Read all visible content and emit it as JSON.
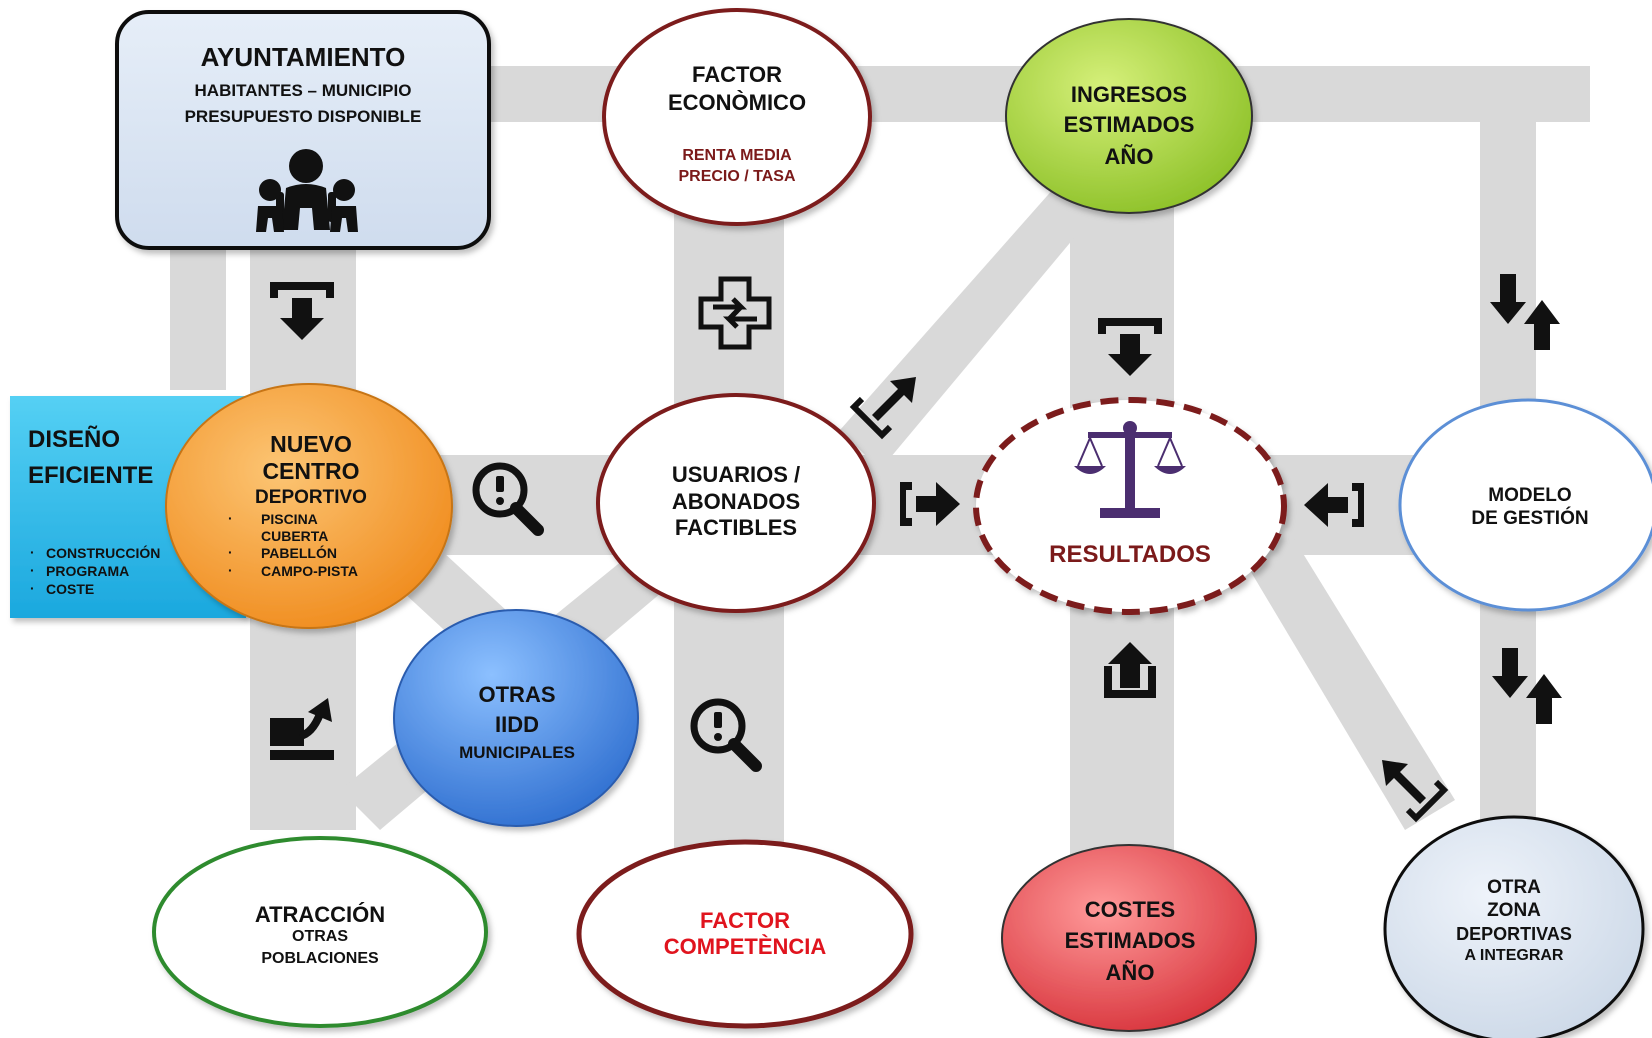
{
  "nodes": {
    "ayuntamiento": {
      "title": "AYUNTAMIENTO",
      "line1": "HABITANTES – MUNICIPIO",
      "line2": "PRESUPUESTO DISPONIBLE",
      "icon": "family-icon"
    },
    "factor_economico": {
      "title1": "FACTOR",
      "title2": "ECONÒMICO",
      "sub1": "RENTA MEDIA",
      "sub2": "PRECIO / TASA"
    },
    "ingresos": {
      "line1": "INGRESOS",
      "line2": "ESTIMADOS",
      "line3": "AÑO"
    },
    "diseno": {
      "title1": "DISEÑO",
      "title2": "EFICIENTE",
      "items": [
        "CONSTRUCCIÓN",
        "PROGRAMA",
        "COSTE"
      ]
    },
    "nuevo_centro": {
      "title1": "NUEVO",
      "title2": "CENTRO",
      "title3": "DEPORTIVO",
      "items": [
        "PISCINA",
        "CUBERTA",
        "PABELLÓN",
        "CAMPO-PISTA"
      ]
    },
    "usuarios": {
      "line1": "USUARIOS /",
      "line2": "ABONADOS",
      "line3": "FACTIBLES"
    },
    "resultados": {
      "label": "RESULTADOS",
      "icon": "scales-icon"
    },
    "modelo": {
      "line1": "MODELO",
      "line2": "DE GESTIÓN"
    },
    "otras_iidd": {
      "line1": "OTRAS",
      "line2": "IIDD",
      "line3": "MUNICIPALES"
    },
    "atraccion": {
      "line1": "ATRACCIÓN",
      "line2": "OTRAS",
      "line3": "POBLACIONES"
    },
    "factor_competencia": {
      "line1": "FACTOR",
      "line2": "COMPETÈNCIA"
    },
    "costes": {
      "line1": "COSTES",
      "line2": "ESTIMADOS",
      "line3": "AÑO"
    },
    "otra_zona": {
      "line1": "OTRA",
      "line2": "ZONA",
      "line3": "DEPORTIVAS",
      "line4": "A INTEGRAR"
    }
  },
  "icons": [
    "arrow-into-tray-down-icon",
    "plus-arrows-icon",
    "arrow-out-up-right-icon",
    "search-alert-icon",
    "arrow-enter-right-icon",
    "arrow-enter-left-icon",
    "arrow-down-up-icon",
    "arrow-out-tray-up-icon",
    "share-export-icon",
    "arrow-out-up-left-icon"
  ],
  "colors": {
    "road": "#d9d9d9",
    "dark_red": "#7b1a1a",
    "bright_red": "#e0141e",
    "ayuntamiento_fill": "#dbe7f4",
    "ingresos_fill": "#a8d53e",
    "diseno_fill": "#35c4ee",
    "nuevo_fill": "#f6a53c",
    "otras_fill": "#4f8fe2",
    "costes_fill": "#e4535a",
    "otra_zona_fill": "#d8e3f0",
    "green_border": "#2e8b2e",
    "blue_border": "#5b8fd6",
    "icon_purple": "#4b2e70"
  }
}
